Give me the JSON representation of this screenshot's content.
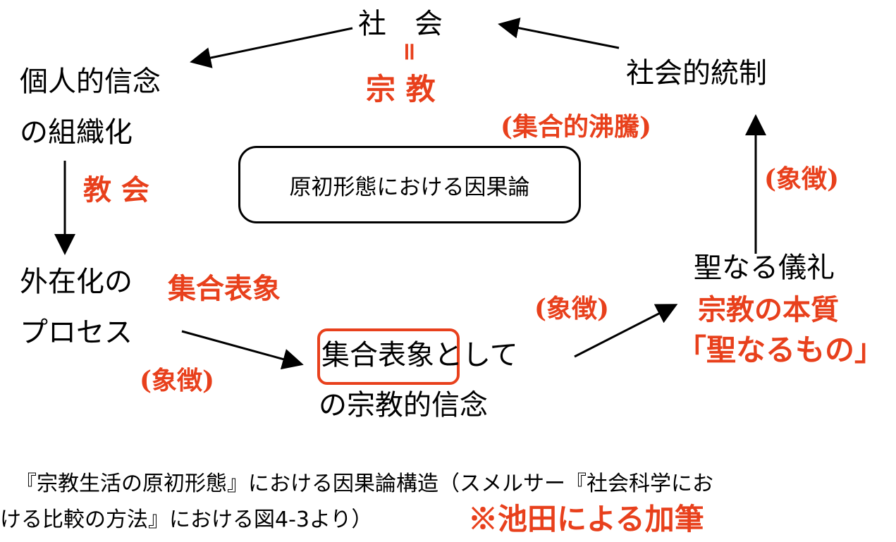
{
  "colors": {
    "accent_red": "#e8401c",
    "ink": "#000000"
  },
  "nodes": {
    "society": "社　会",
    "equals": "॥",
    "religion": "宗 教",
    "social_control": "社会的統制",
    "collective_effervescence": "(集合的沸騰)",
    "organization_line1": "個人的信念",
    "organization_line2": "の組織化",
    "church": "教 会",
    "center_title": "原初形態における因果論",
    "symbol_right": "(象徴)",
    "externalization_line1": "外在化の",
    "externalization_line2": "プロセス",
    "collective_rep_red": "集合表象",
    "symbol_left": "(象徴)",
    "belief_line1_boxed": "集合表象",
    "belief_line1_rest": "として",
    "belief_line2": "の宗教的信念",
    "symbol_middle": "(象徴)",
    "rite": "聖なる儀礼",
    "essence": "宗教の本質",
    "sacred": "「聖なるもの」"
  },
  "caption": {
    "line1": "『宗教生活の原初形態』における因果論構造（スメルサー『社会科学にお",
    "line2": "ける比較の方法』における図4-3より）",
    "annotation": "※池田による加筆"
  }
}
